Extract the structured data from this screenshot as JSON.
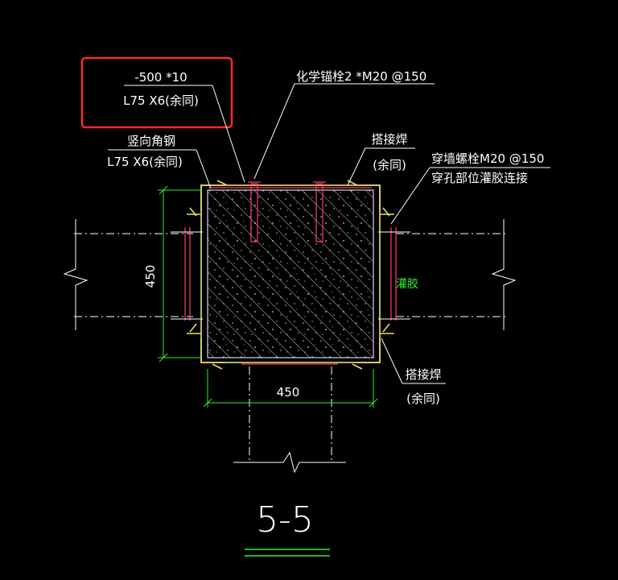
{
  "colors": {
    "background": "#000000",
    "lines": "#ffffff",
    "steel": "#e8e06a",
    "anchor": "#ff3b6b",
    "dimension": "#2ff02f",
    "highlight": "#ff2a2a",
    "hatch": "#c8c8c8"
  },
  "callouts": {
    "plate": {
      "line1": "-500 *10",
      "line2": "L75 X6(余同)"
    },
    "anchor_bolt": "化学锚栓2 *M20 @150",
    "vertical_angle": {
      "line1": "竖向角钢",
      "line2": "L75 X6(余同)"
    },
    "lap_weld_top": {
      "line1": "搭接焊",
      "line2": "(余同)"
    },
    "through_bolt": {
      "line1": "穿墙螺栓M20 @150",
      "line2": "穿孔部位灌胶连接"
    },
    "grout": "灌胶",
    "lap_weld_bottom": {
      "line1": "搭接焊",
      "line2": "(余同)"
    }
  },
  "dimensions": {
    "vertical": "450",
    "horizontal": "450"
  },
  "section_title": "5-5"
}
